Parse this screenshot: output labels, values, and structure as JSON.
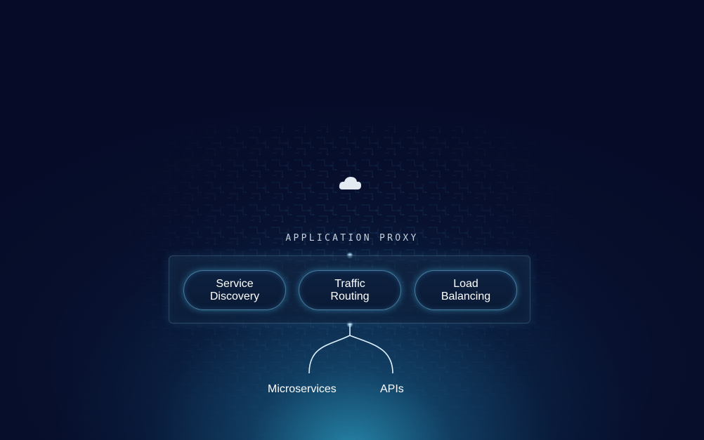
{
  "proxy": {
    "title": "APPLICATION PROXY"
  },
  "features": [
    {
      "label": "Service\nDiscovery"
    },
    {
      "label": "Traffic\nRouting"
    },
    {
      "label": "Load\nBalancing"
    }
  ],
  "destinations": [
    {
      "label": "Microservices"
    },
    {
      "label": "APIs"
    }
  ],
  "icons": {
    "top": "cloud-icon"
  },
  "colors": {
    "background": "#060b27",
    "glow": "#2a96b9",
    "pill_border": "#78c8f0",
    "text": "#ffffff",
    "label_text": "#c6cfdc"
  }
}
